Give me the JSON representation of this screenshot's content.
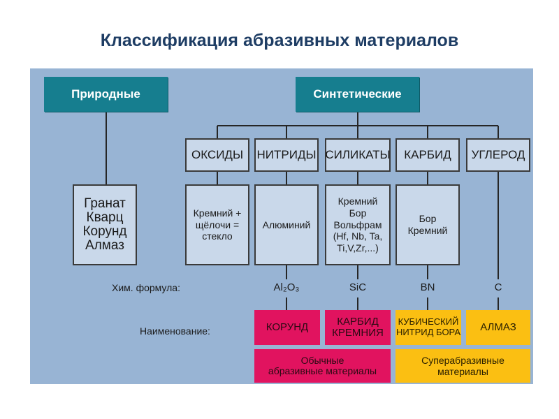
{
  "title": "Классификация абразивных материалов",
  "natural": {
    "header": "Природные",
    "items": "Гранат\nКварц\nКорунд\nАлмаз"
  },
  "synthetic": {
    "header": "Синтетические",
    "categories": [
      "ОКСИДЫ",
      "НИТРИДЫ",
      "СИЛИКАТЫ",
      "КАРБИД",
      "УГЛЕРОД"
    ],
    "details": [
      "Кремний +\nщёлочи =\nстекло",
      "Алюминий",
      "Кремний\nБор\nВольфрам\n(Hf, Nb, Ta,\nTi,V,Zr,...)",
      "Бор\nКремний"
    ]
  },
  "row_labels": {
    "formula": "Хим. формула:",
    "name": "Наименование:"
  },
  "formulas": {
    "al2o3": "Al₂O₃",
    "sic": "SiC",
    "bn": "BN",
    "c": "C"
  },
  "names": {
    "corundum": "КОРУНД",
    "silicon_carbide": "КАРБИД\nКРЕМНИЯ",
    "cubic_boron_nitride": "КУБИЧЕСКИЙ\nНИТРИД БОРА",
    "diamond": "АЛМАЗ"
  },
  "groups": {
    "conventional": "Обычные\nабразивные материалы",
    "superabrasive": "Суперабразивные\nматериалы"
  },
  "colors": {
    "panel": "#98b4d4",
    "teal": "#167e8f",
    "conventional": "#e1135f",
    "superabrasive": "#fbbf12",
    "title": "#1e3d64"
  }
}
